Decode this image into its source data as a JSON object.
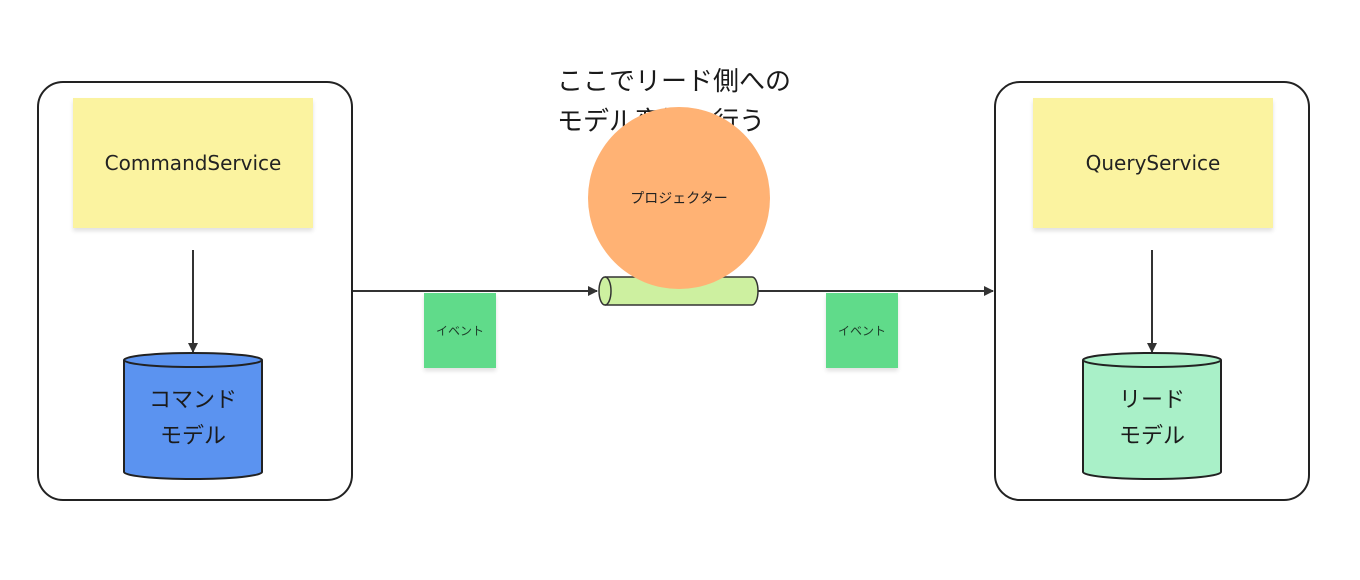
{
  "annotation": {
    "line1": "ここでリード側への",
    "line2": "モデル変換も行う"
  },
  "command_side": {
    "service_label": "CommandService",
    "db_line1": "コマンド",
    "db_line2": "モデル"
  },
  "query_side": {
    "service_label": "QueryService",
    "db_line1": "リード",
    "db_line2": "モデル"
  },
  "projector": {
    "label": "プロジェクター"
  },
  "events": [
    {
      "label": "イベント"
    },
    {
      "label": "イベント"
    }
  ],
  "colors": {
    "sticky_yellow": "#fbf3a0",
    "sticky_green": "#60db8a",
    "command_db": "#5b93f0",
    "read_db": "#a9f0c8",
    "projector": "#ffb274",
    "pipe": "#cdf0a0",
    "stroke": "#333333"
  }
}
